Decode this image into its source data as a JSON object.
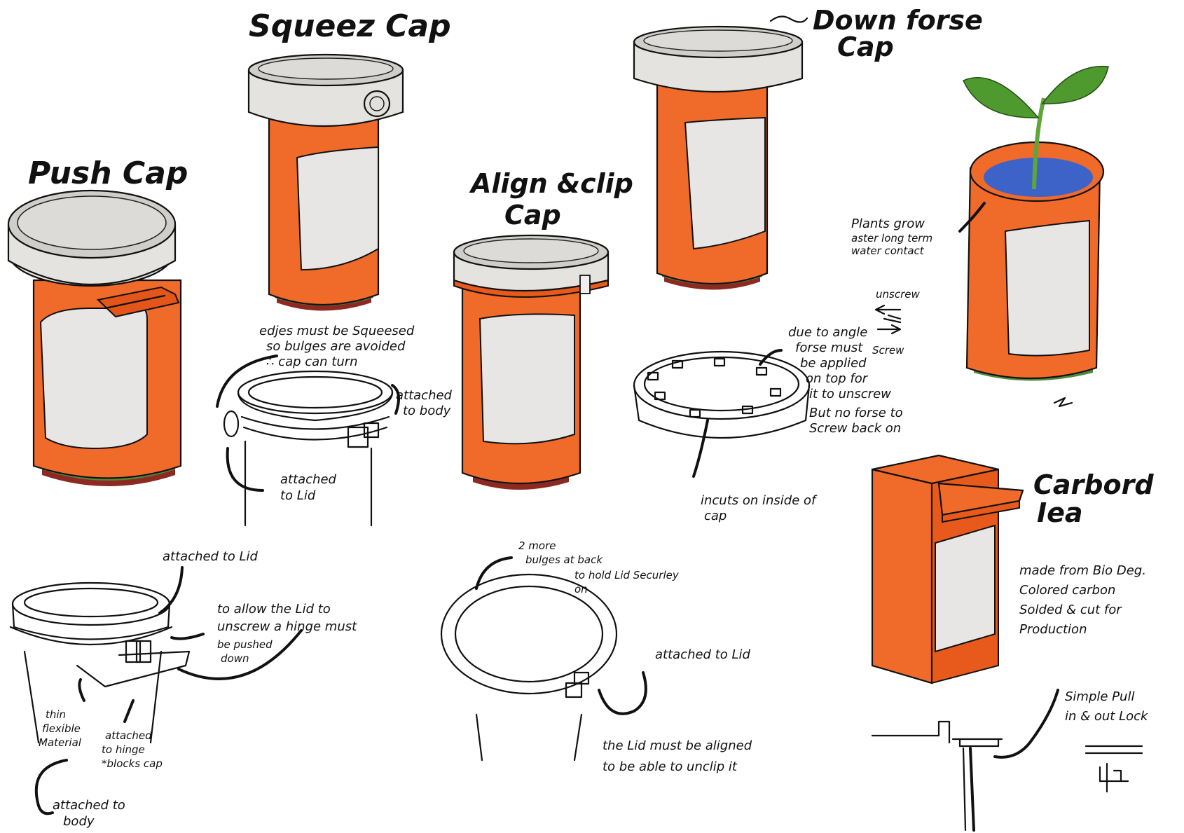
{
  "titles": {
    "push_cap": "Push Cap",
    "squeez_cap": "Squeez Cap",
    "align_clip_line1": "Align &clip",
    "align_clip_line2": "Cap",
    "down_forse_line1": "Down forse",
    "down_forse_line2": "Cap",
    "carbord_line1": "Carbord",
    "carbord_line2": "Iea"
  },
  "notes": {
    "squeez_edges": [
      "edjes must be Squeesed",
      "so bulges are avoided",
      "∴ cap can turn"
    ],
    "attached_to_body_a": [
      "attached",
      "to body"
    ],
    "attached_to_lid_a": [
      "attached",
      "to Lid"
    ],
    "due_to_angle": [
      "due to angle",
      "forse must",
      "be applied",
      "on top for",
      "it to unscrew"
    ],
    "no_forse": [
      "But no forse to",
      "Screw back on"
    ],
    "unscrew_label": "unscrew",
    "screw_label": "Screw",
    "incuts": [
      "incuts on inside of",
      "cap"
    ],
    "plants": [
      "Plants grow",
      "aster long term",
      "water contact"
    ],
    "made_from": [
      "made from Bio Deg.",
      "Colored carbon",
      "Solded & cut for",
      "Production"
    ],
    "attached_to_lid_b": "attached to Lid",
    "allow_lid": [
      "to allow the Lid to",
      "unscrew a hinge must",
      "be pushed",
      "down"
    ],
    "thin_flexible": [
      "thin",
      "flexible",
      "Material"
    ],
    "attached_hinge": [
      "attached",
      "to hinge",
      "*blocks cap"
    ],
    "attached_to_body_b": [
      "attached to",
      "body"
    ],
    "two_more_bulges": [
      "2 more",
      "bulges at back",
      "to hold Lid Securley",
      "on"
    ],
    "attached_to_lid_c": "attached to Lid",
    "lid_aligned": [
      "the Lid must be aligned",
      "to be able to unclip it"
    ],
    "simple_pull": [
      "Simple Pull",
      "in & out Lock"
    ]
  },
  "colors": {
    "bottle_orange": "#f06a2a",
    "cap_grey": "#e4e3df",
    "label_grey": "#e7e6e4",
    "band_green": "#4e8a3e",
    "band_red": "#8c2a22",
    "water_blue": "#3d63c9",
    "leaf_green": "#4f9a2f"
  }
}
